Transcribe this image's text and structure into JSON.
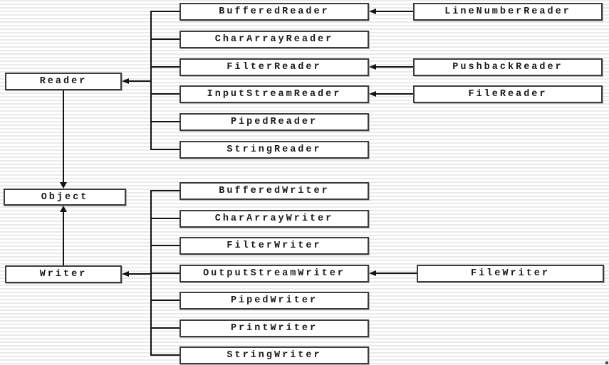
{
  "diagram_type": "class-inheritance-hierarchy",
  "nodes": {
    "reader": "Reader",
    "object": "Object",
    "writer": "Writer",
    "buffered_reader": "BufferedReader",
    "char_array_reader": "CharArrayReader",
    "filter_reader": "FilterReader",
    "input_stream_reader": "InputStreamReader",
    "piped_reader": "PipedReader",
    "string_reader": "StringReader",
    "line_number_reader": "LineNumberReader",
    "pushback_reader": "PushbackReader",
    "file_reader": "FileReader",
    "buffered_writer": "BufferedWriter",
    "char_array_writer": "CharArrayWriter",
    "filter_writer": "FilterWriter",
    "output_stream_writer": "OutputStreamWriter",
    "piped_writer": "PipedWriter",
    "print_writer": "PrintWriter",
    "string_writer": "StringWriter",
    "file_writer": "FileWriter"
  },
  "edges": [
    {
      "from": "Reader",
      "to": "Object"
    },
    {
      "from": "Writer",
      "to": "Object"
    },
    {
      "from": "BufferedReader",
      "to": "Reader"
    },
    {
      "from": "CharArrayReader",
      "to": "Reader"
    },
    {
      "from": "FilterReader",
      "to": "Reader"
    },
    {
      "from": "InputStreamReader",
      "to": "Reader"
    },
    {
      "from": "PipedReader",
      "to": "Reader"
    },
    {
      "from": "StringReader",
      "to": "Reader"
    },
    {
      "from": "LineNumberReader",
      "to": "BufferedReader"
    },
    {
      "from": "PushbackReader",
      "to": "FilterReader"
    },
    {
      "from": "FileReader",
      "to": "InputStreamReader"
    },
    {
      "from": "BufferedWriter",
      "to": "Writer"
    },
    {
      "from": "CharArrayWriter",
      "to": "Writer"
    },
    {
      "from": "FilterWriter",
      "to": "Writer"
    },
    {
      "from": "OutputStreamWriter",
      "to": "Writer"
    },
    {
      "from": "PipedWriter",
      "to": "Writer"
    },
    {
      "from": "PrintWriter",
      "to": "Writer"
    },
    {
      "from": "StringWriter",
      "to": "Writer"
    },
    {
      "from": "FileWriter",
      "to": "OutputStreamWriter"
    }
  ],
  "colors": {
    "box_border": "#3c3c3c",
    "box_bg": "#ffffff",
    "line": "#141414",
    "stripe": "#eaeaea",
    "text": "#1a1a1a"
  }
}
